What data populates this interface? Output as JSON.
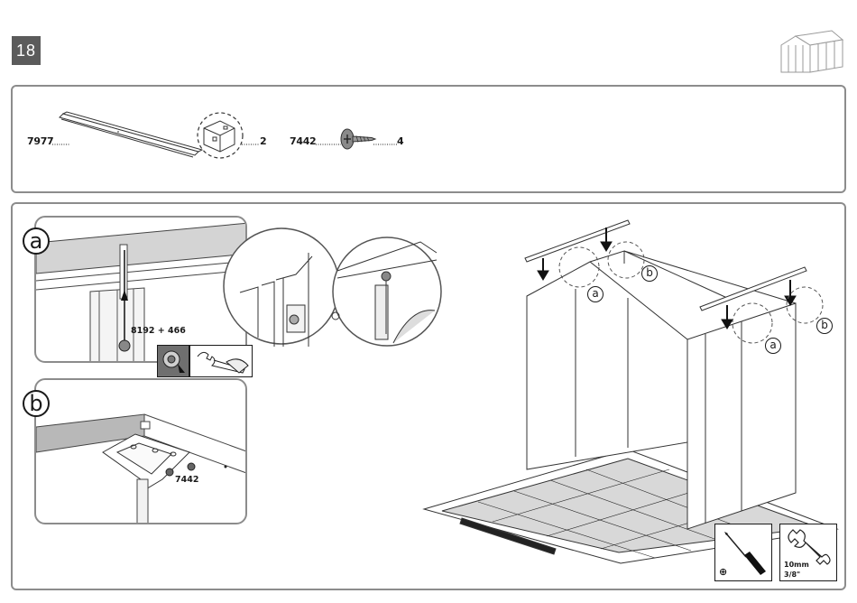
{
  "step": {
    "number": "18"
  },
  "parts": [
    {
      "code": "7977",
      "quantity": "2",
      "icon": "roof-beam-part-icon"
    },
    {
      "code": "7442",
      "quantity": "4",
      "icon": "screw-icon"
    }
  ],
  "detail_a": {
    "letter": "a",
    "fastener_label": "8192 + 466"
  },
  "detail_b": {
    "letter": "b",
    "screw_label": "7442"
  },
  "main_view": {
    "callouts": [
      "a",
      "b",
      "a",
      "b"
    ]
  },
  "tools": {
    "screwdriver_symbol": "⊕",
    "wrench_size_metric": "10mm",
    "wrench_size_imperial": "3/8\""
  }
}
